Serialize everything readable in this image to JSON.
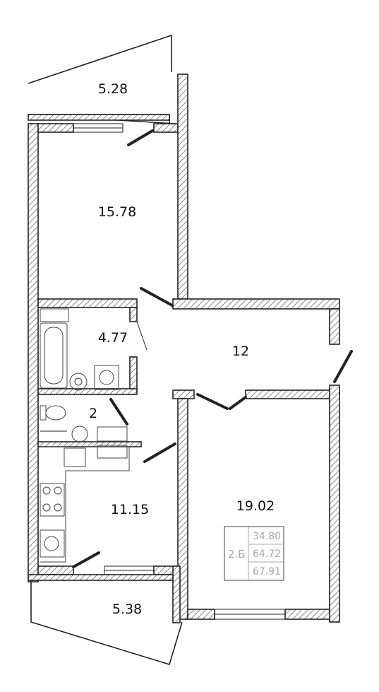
{
  "rooms": [
    {
      "id": "balcony_top",
      "area": "5.28"
    },
    {
      "id": "bedroom",
      "area": "15.78"
    },
    {
      "id": "bathroom",
      "area": "4.77"
    },
    {
      "id": "hall",
      "area": "12"
    },
    {
      "id": "wc",
      "area": "2"
    },
    {
      "id": "kitchen",
      "area": "11.15"
    },
    {
      "id": "living_room",
      "area": "19.02"
    },
    {
      "id": "balcony_bottom",
      "area": "5.38"
    }
  ],
  "legend": {
    "apartment_type": "2.Б",
    "living_area": "34.80",
    "total_area": "64.72",
    "total_with_balconies": "67.91"
  },
  "colors": {
    "walls": "#222222",
    "legend": "#a8a8a8",
    "hatch": "#555555"
  }
}
